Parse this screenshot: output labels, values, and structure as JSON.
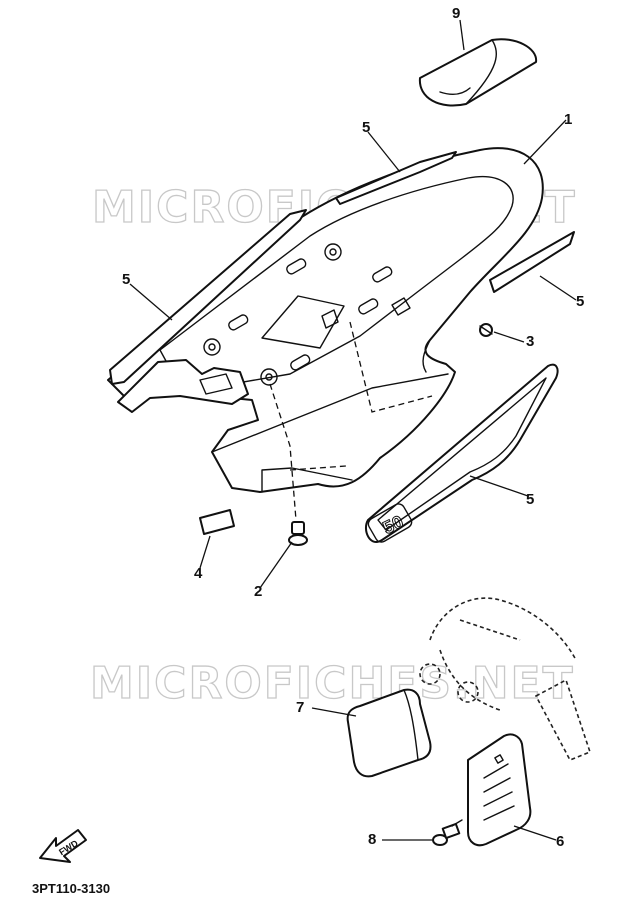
{
  "watermark": {
    "text_top": "MICROFICHES.NET",
    "text_bottom": "MICROFICHES.NET"
  },
  "diagram_code": "3PT110-3130",
  "direction_label": "FWD",
  "callouts": {
    "c9": "9",
    "c1": "1",
    "c5_top": "5",
    "c5_left": "5",
    "c5_right": "5",
    "c5_bottom": "5",
    "c3": "3",
    "c4": "4",
    "c2": "2",
    "c7": "7",
    "c6": "6",
    "c8": "8"
  },
  "emblem_text": "50"
}
